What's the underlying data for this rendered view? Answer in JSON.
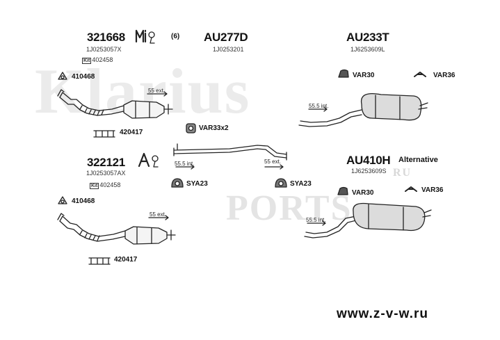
{
  "watermark": {
    "brand": "Klarius",
    "ports": "PORTS",
    "ru": "RU"
  },
  "website": "www.z-v-w.ru",
  "assemblies": {
    "a1": {
      "code": "321668",
      "ref": "1J0253057X",
      "kit": "402458",
      "count": "(6)",
      "brackets": [
        "410468",
        "420417"
      ],
      "dimension": "55 ext.",
      "clamp": "VAR33x2"
    },
    "a2": {
      "code": "AU277D",
      "ref": "1J0253201"
    },
    "a3": {
      "code": "AU233T",
      "ref": "1J6253609L",
      "parts": [
        "VAR30",
        "VAR36"
      ],
      "dimension": "55.5 int."
    },
    "a4": {
      "code": "322121",
      "ref": "1J0253057AX",
      "kit": "402458",
      "brackets": [
        "410468",
        "420417"
      ],
      "dimension": "55 ext."
    },
    "pipe": {
      "dim_left": "55.5 int.",
      "dim_right": "55 ext.",
      "clamps": [
        "SYA23",
        "SYA23"
      ]
    },
    "a5": {
      "code": "AU410H",
      "note": "Alternative",
      "ref": "1J6253609S",
      "parts": [
        "VAR30",
        "VAR36"
      ],
      "dimension": "55.5 int."
    }
  }
}
